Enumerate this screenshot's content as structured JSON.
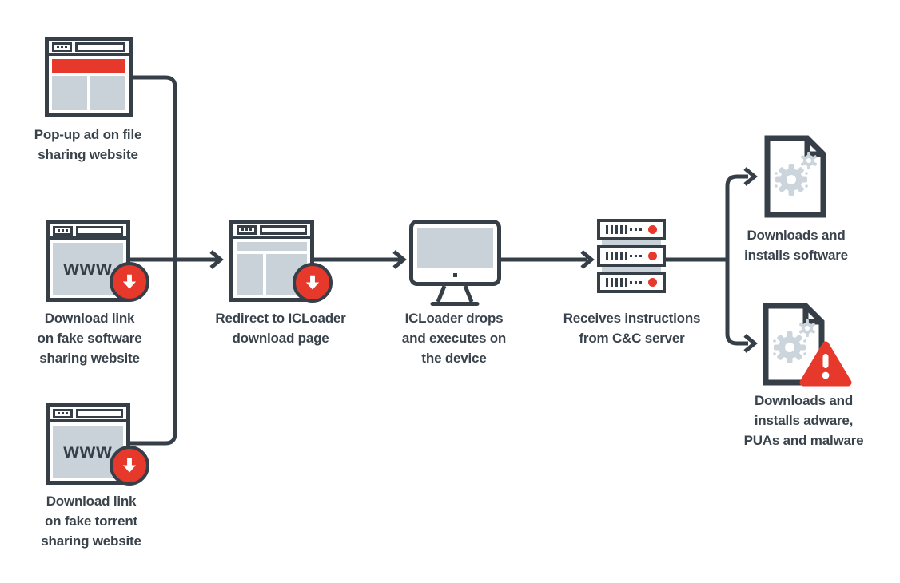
{
  "diagram": {
    "subject": "ICLoader infection chain flow diagram",
    "colors": {
      "dark_outline": "#363f48",
      "accent_red": "#e7382c",
      "panel_gray": "#c9d2d9",
      "gear_gray": "#ccd5dc",
      "background": "#ffffff"
    },
    "nodes": {
      "popup_ad": {
        "icon": "browser-window-ad-banner",
        "label_lines": [
          "Pop-up ad on file",
          "sharing website"
        ]
      },
      "fake_software": {
        "icon": "browser-window-www-download",
        "www_text": "www",
        "label_lines": [
          "Download link",
          "on fake software",
          "sharing website"
        ]
      },
      "fake_torrent": {
        "icon": "browser-window-www-download",
        "www_text": "www",
        "label_lines": [
          "Download link",
          "on fake torrent",
          "sharing website"
        ]
      },
      "redirect_page": {
        "icon": "browser-window-download",
        "label_lines": [
          "Redirect to ICLoader",
          "download page"
        ]
      },
      "icloader_device": {
        "icon": "desktop-monitor",
        "label_lines": [
          "ICLoader drops",
          "and executes on",
          "the device"
        ]
      },
      "cc_server": {
        "icon": "server-stack",
        "label_lines": [
          "Receives instructions",
          "from C&C server"
        ]
      },
      "installs_software": {
        "icon": "document-with-gears",
        "label_lines": [
          "Downloads and",
          "installs software"
        ]
      },
      "installs_malware": {
        "icon": "document-with-gears-warning",
        "label_lines": [
          "Downloads and",
          "installs adware,",
          "PUAs and malware"
        ]
      }
    }
  }
}
